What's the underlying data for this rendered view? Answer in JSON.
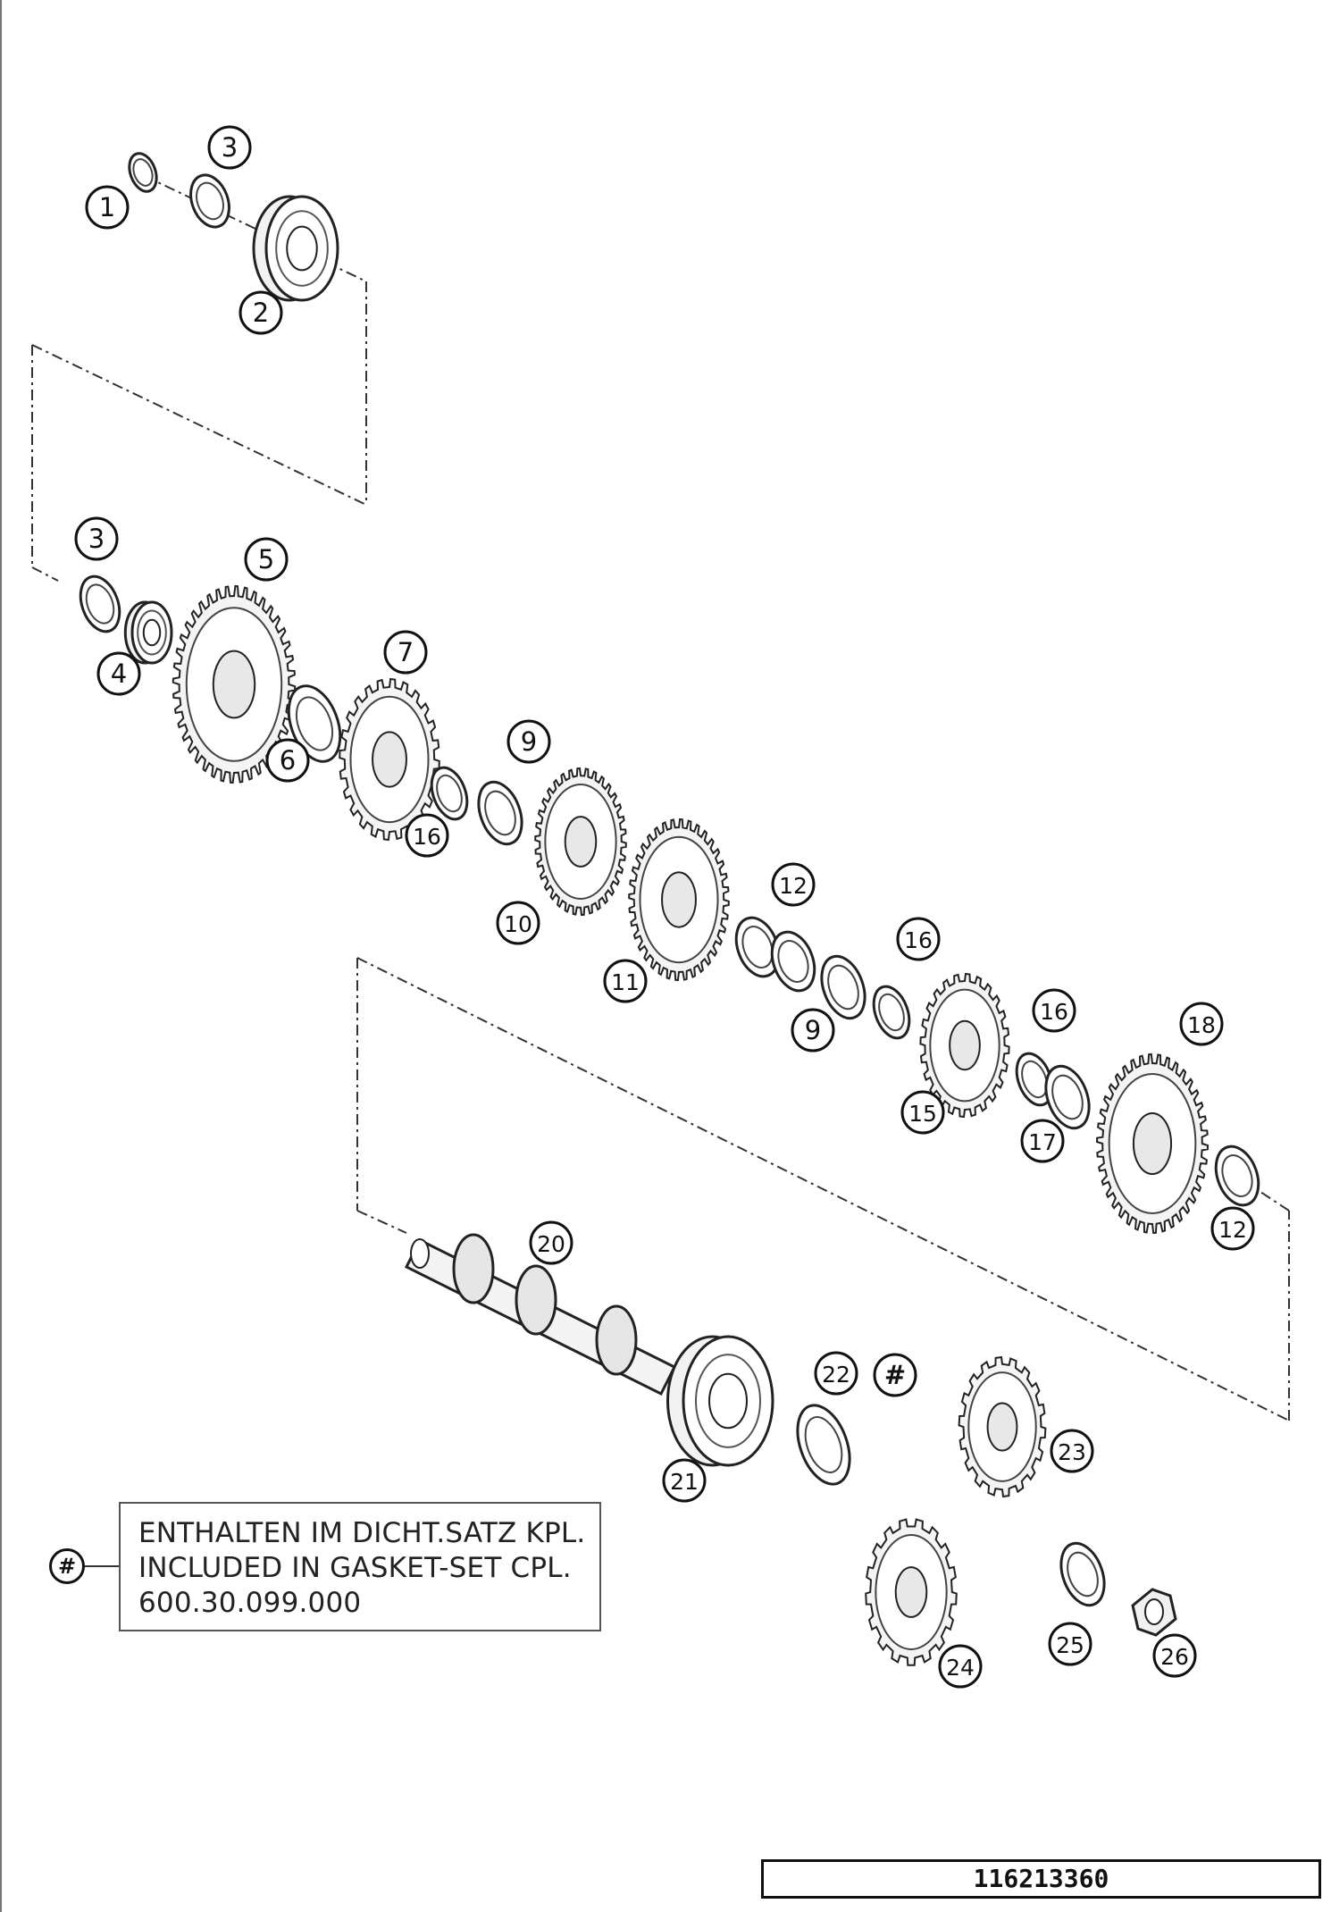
{
  "parts": [
    {
      "number": "1"
    },
    {
      "number": "2"
    },
    {
      "number": "3"
    },
    {
      "number": "3"
    },
    {
      "number": "4"
    },
    {
      "number": "5"
    },
    {
      "number": "6"
    },
    {
      "number": "7"
    },
    {
      "number": "9"
    },
    {
      "number": "9"
    },
    {
      "number": "10"
    },
    {
      "number": "11"
    },
    {
      "number": "12"
    },
    {
      "number": "12"
    },
    {
      "number": "15"
    },
    {
      "number": "16"
    },
    {
      "number": "16"
    },
    {
      "number": "16"
    },
    {
      "number": "17"
    },
    {
      "number": "18"
    },
    {
      "number": "20"
    },
    {
      "number": "21"
    },
    {
      "number": "22"
    },
    {
      "number": "#"
    },
    {
      "number": "23"
    },
    {
      "number": "24"
    },
    {
      "number": "25"
    },
    {
      "number": "26"
    }
  ],
  "note": {
    "symbol": "#",
    "lines": [
      "ENTHALTEN IM DICHT.SATZ KPL.",
      "INCLUDED IN GASKET-SET CPL.",
      "600.30.099.000"
    ]
  },
  "reference_number": "116213360"
}
